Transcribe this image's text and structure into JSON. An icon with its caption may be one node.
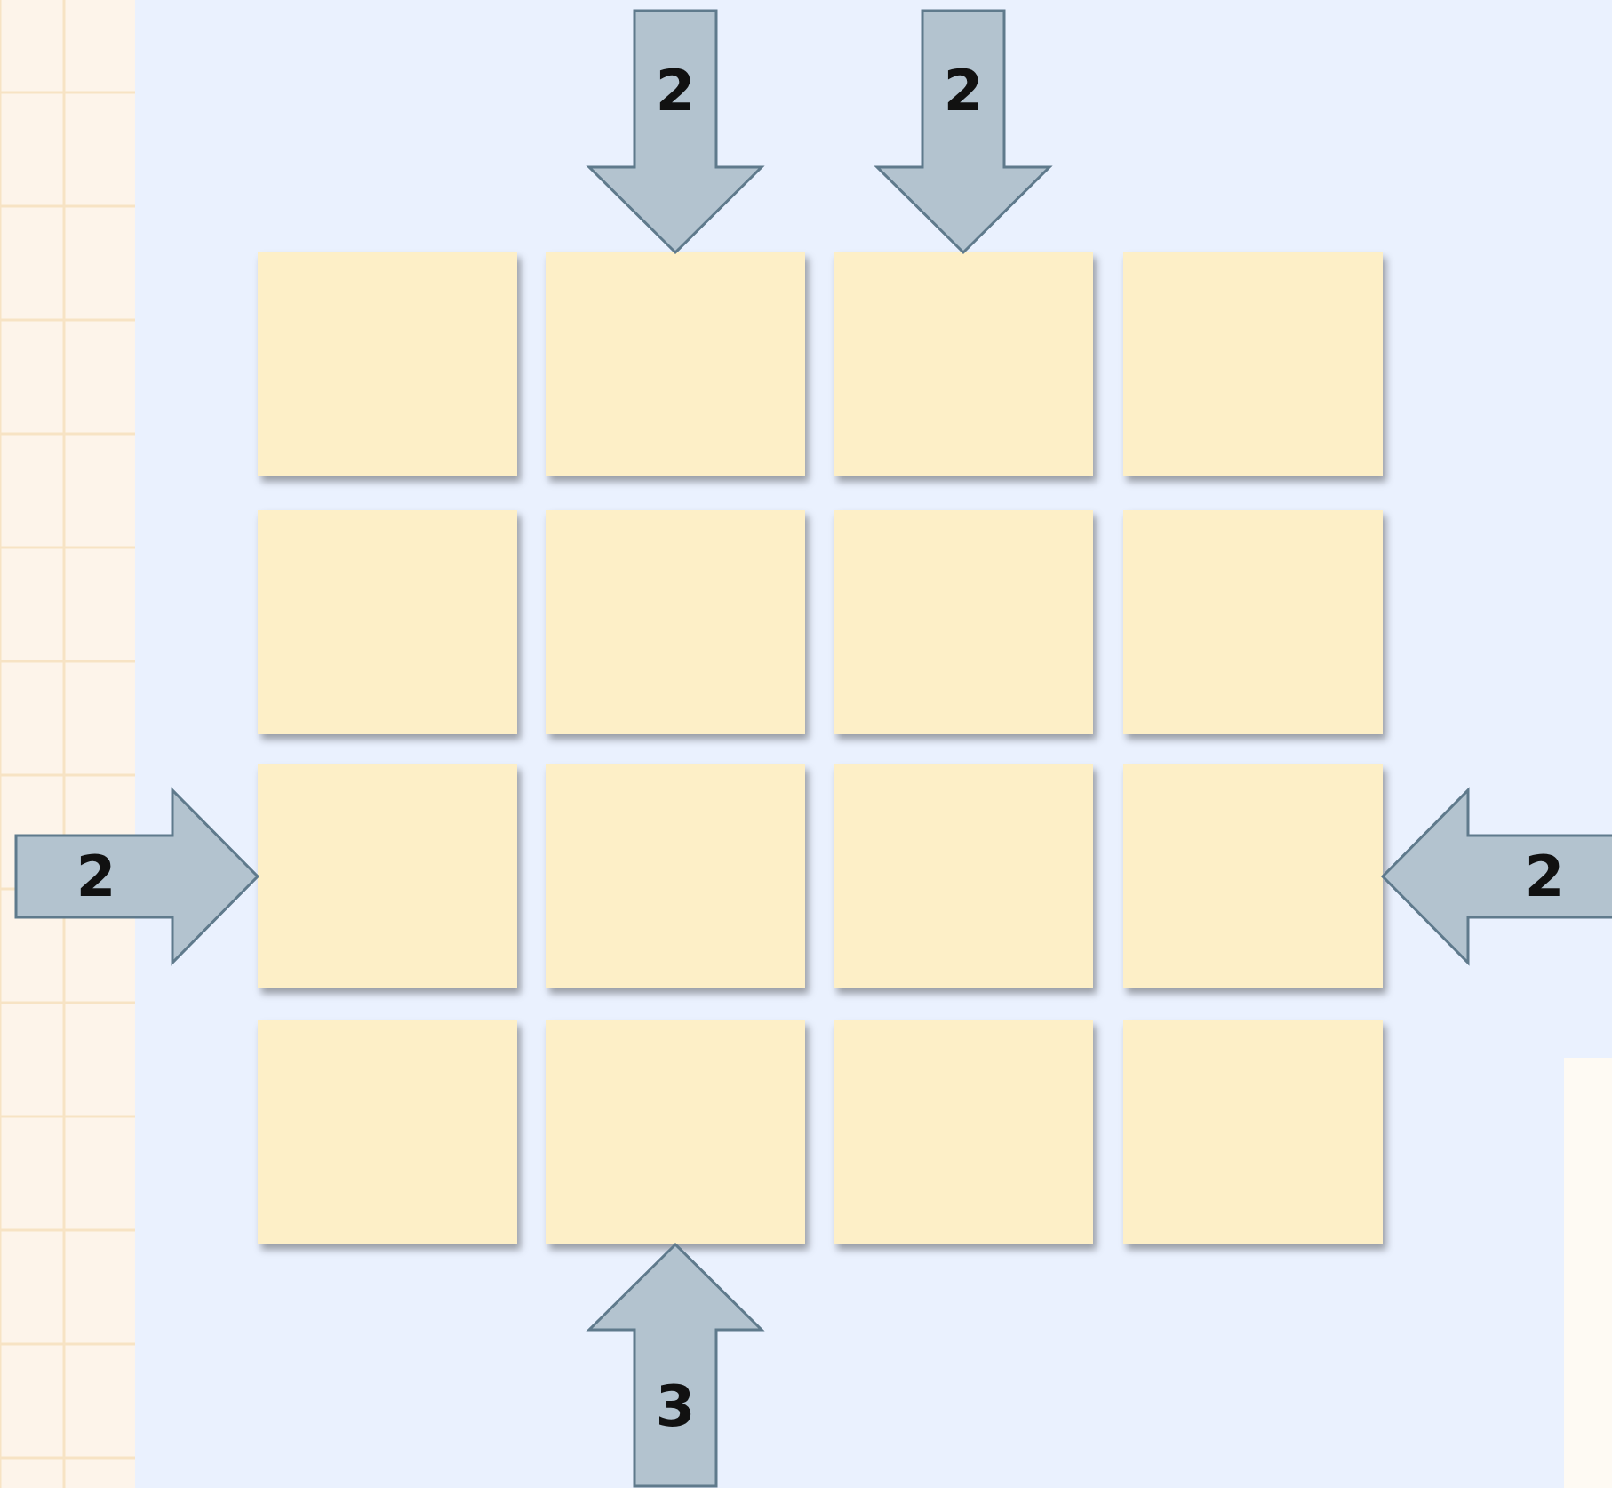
{
  "diagram": {
    "nodes": [
      {
        "text": [],
        "shape": "box"
      },
      {
        "text": [],
        "shape": "box"
      },
      {
        "text": [],
        "shape": "box"
      },
      {
        "text": [],
        "shape": "box"
      },
      {
        "text": [],
        "shape": "box"
      },
      {
        "text": [],
        "shape": "box"
      },
      {
        "text": [],
        "shape": "box"
      },
      {
        "text": [],
        "shape": "box"
      },
      {
        "text": [],
        "shape": "box"
      },
      {
        "text": [],
        "shape": "box"
      },
      {
        "text": [],
        "shape": "box"
      },
      {
        "text": [],
        "shape": "box"
      },
      {
        "text": [],
        "shape": "box"
      },
      {
        "text": [],
        "shape": "box"
      },
      {
        "text": [],
        "shape": "box"
      },
      {
        "text": [],
        "shape": "box"
      }
    ],
    "edges": [
      {
        "from": null,
        "to": 1,
        "arrow": "to",
        "label": "2"
      },
      {
        "from": null,
        "to": 2,
        "arrow": "to",
        "label": "2"
      },
      {
        "from": null,
        "to": 8,
        "arrow": "to",
        "label": "2"
      },
      {
        "from": null,
        "to": 11,
        "arrow": "to",
        "label": "2"
      },
      {
        "from": null,
        "to": 13,
        "arrow": "to",
        "label": "3"
      }
    ]
  }
}
